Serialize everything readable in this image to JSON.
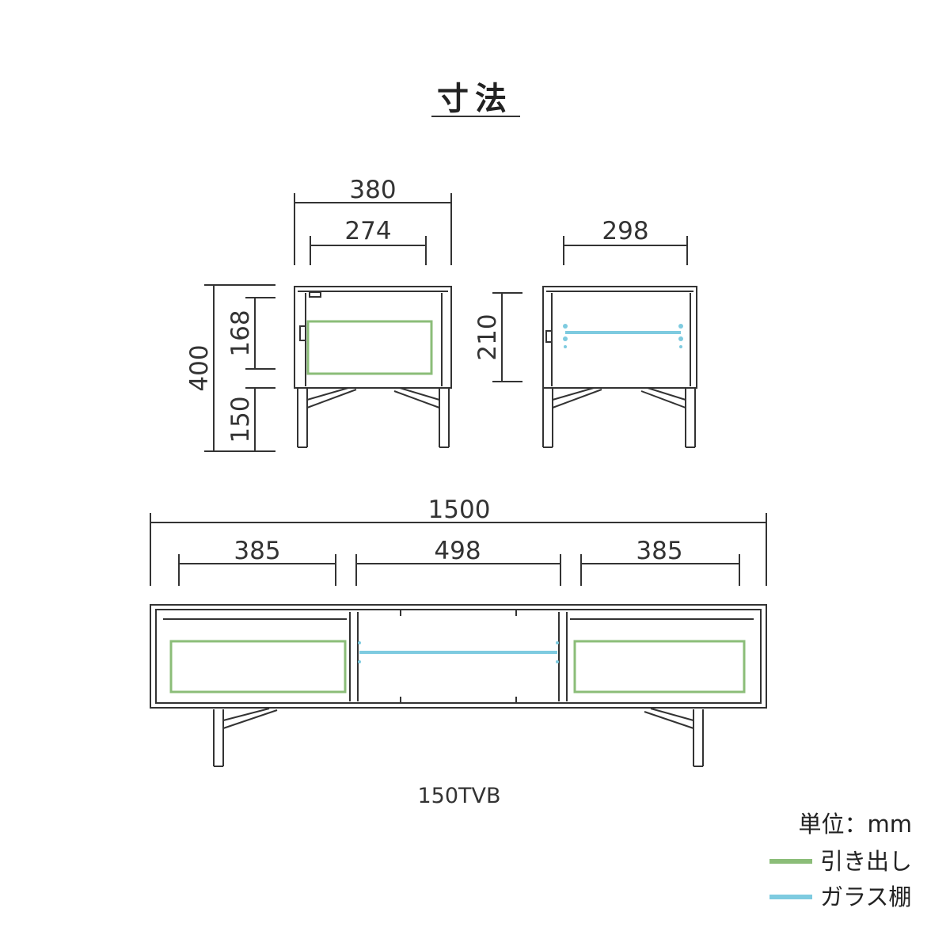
{
  "title": "寸法",
  "dimensions": {
    "front_width": "380",
    "front_inner": "274",
    "side_inner": "298",
    "total_height": "400",
    "body_height": "168",
    "leg_height": "150",
    "inner_height": "210",
    "total_width": "1500",
    "left_section": "385",
    "center_section": "498",
    "right_section": "385"
  },
  "model": "150TVB",
  "unit_label": "単位：mm",
  "legend": [
    {
      "label": "引き出し",
      "color": "#8bbd78"
    },
    {
      "label": "ガラス棚",
      "color": "#7ecbe0"
    }
  ],
  "colors": {
    "line": "#333333",
    "drawer": "#8bbd78",
    "glass": "#7ecbe0"
  }
}
